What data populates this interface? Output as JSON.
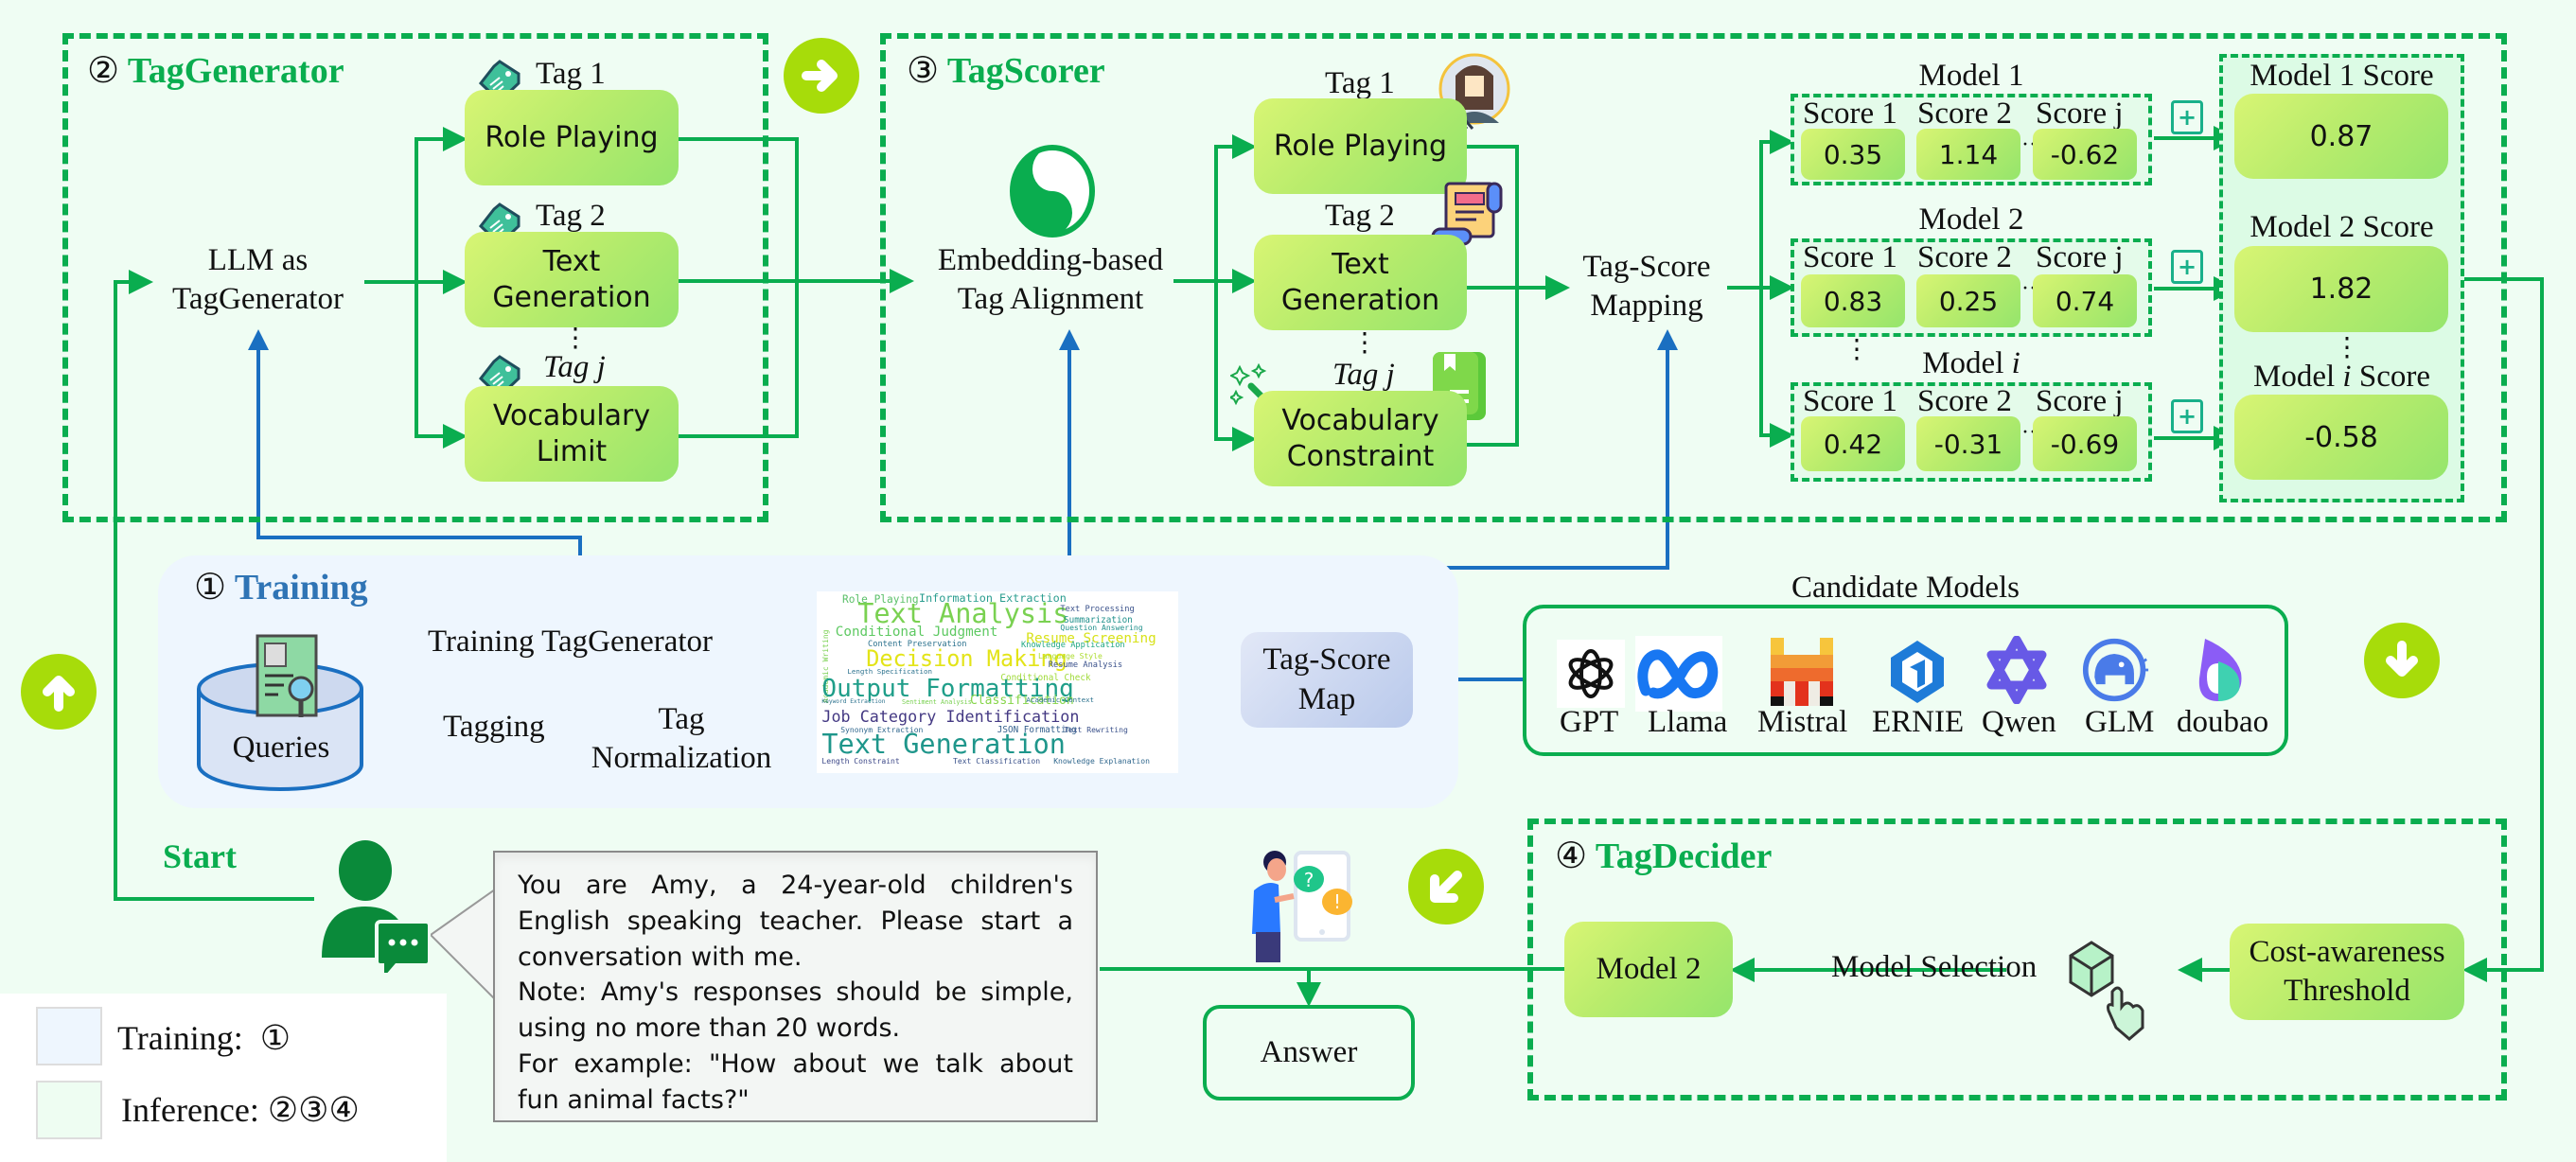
{
  "tag_generator": {
    "number": "②",
    "title": "TagGenerator",
    "llm_label_line1": "LLM as",
    "llm_label_line2": "TagGenerator",
    "tags": [
      {
        "label": "Tag 1",
        "text_line1": "Role Playing",
        "text_line2": ""
      },
      {
        "label": "Tag 2",
        "text_line1": "Text",
        "text_line2": "Generation"
      },
      {
        "label": "Tag j",
        "text_line1": "Vocabulary",
        "text_line2": "Limit"
      }
    ],
    "ellipsis": "⋮"
  },
  "tag_scorer": {
    "number": "③",
    "title": "TagScorer",
    "alignment_line1": "Embedding-based",
    "alignment_line2": "Tag Alignment",
    "tags": [
      {
        "label": "Tag 1",
        "text_line1": "Role Playing",
        "text_line2": ""
      },
      {
        "label": "Tag 2",
        "text_line1": "Text",
        "text_line2": "Generation"
      },
      {
        "label": "Tag j",
        "text_line1": "Vocabulary",
        "text_line2": "Constraint"
      }
    ],
    "mapping_line1": "Tag-Score",
    "mapping_line2": "Mapping",
    "score_headers": [
      "Score 1",
      "Score 2",
      "Score j"
    ],
    "models": [
      {
        "name": "Model 1",
        "scores": [
          "0.35",
          "1.14",
          "-0.62"
        ],
        "total_label": "Model 1 Score",
        "total": "0.87"
      },
      {
        "name": "Model 2",
        "scores": [
          "0.83",
          "0.25",
          "0.74"
        ],
        "total_label": "Model 2 Score",
        "total": "1.82"
      },
      {
        "name": "Model i",
        "scores": [
          "0.42",
          "-0.31",
          "-0.69"
        ],
        "total_label": "Model i Score",
        "total": "-0.58"
      }
    ],
    "plus_symbol": "+",
    "dots": "···",
    "ellipsis": "⋮"
  },
  "training": {
    "number": "①",
    "title": "Training",
    "training_taggenerator": "Training TagGenerator",
    "queries": "Queries",
    "tagging": "Tagging",
    "normalization_line1": "Tag",
    "normalization_line2": "Normalization",
    "tag_score_map_line1": "Tag-Score",
    "tag_score_map_line2": "Map",
    "word_cloud": [
      {
        "text": "Role Playing",
        "size": 18,
        "color": "#5cc06a"
      },
      {
        "text": "Information Extraction",
        "size": 19,
        "color": "#2a9d8f"
      },
      {
        "text": "Text Analysis",
        "size": 46,
        "color": "#7ad151"
      },
      {
        "text": "Text Processing",
        "size": 14,
        "color": "#3b528b"
      },
      {
        "text": "Summarization",
        "size": 15,
        "color": "#21918c"
      },
      {
        "text": "Question Answering",
        "size": 13,
        "color": "#21918c"
      },
      {
        "text": "Conditional Judgment",
        "size": 23,
        "color": "#5ec962"
      },
      {
        "text": "Resume Screening",
        "size": 23,
        "color": "#d8e219"
      },
      {
        "text": "Content Preservation",
        "size": 14,
        "color": "#2c728e"
      },
      {
        "text": "Knowledge Application",
        "size": 14,
        "color": "#22a884"
      },
      {
        "text": "Decision Making",
        "size": 38,
        "color": "#e3e418"
      },
      {
        "text": "Language Style",
        "size": 13,
        "color": "#addc30"
      },
      {
        "text": "Resume Analysis",
        "size": 14,
        "color": "#3b528b"
      },
      {
        "text": "Length Specification",
        "size": 12,
        "color": "#2c728e"
      },
      {
        "text": "Conditional Check",
        "size": 15,
        "color": "#a0da39"
      },
      {
        "text": "Academic Writing",
        "size": 13,
        "color": "#7ad151"
      },
      {
        "text": "Output Formatting",
        "size": 42,
        "color": "#1f9e89"
      },
      {
        "text": "Keyword Extraction",
        "size": 10,
        "color": "#2c728e"
      },
      {
        "text": "Sentiment Analysis",
        "size": 11,
        "color": "#7ad151"
      },
      {
        "text": "Classification",
        "size": 21,
        "color": "#86d549"
      },
      {
        "text": "Academic Context",
        "size": 12,
        "color": "#2c728e"
      },
      {
        "text": "Job Category Identification",
        "size": 27,
        "color": "#443983"
      },
      {
        "text": "Synonym Extraction",
        "size": 13,
        "color": "#31688e"
      },
      {
        "text": "JSON Formatting",
        "size": 15,
        "color": "#35608d"
      },
      {
        "text": "Text Rewriting",
        "size": 13,
        "color": "#3b528b"
      },
      {
        "text": "Text Generation",
        "size": 46,
        "color": "#1f968b"
      },
      {
        "text": "Length Constraint",
        "size": 13,
        "color": "#3e4989"
      },
      {
        "text": "Text Classification",
        "size": 13,
        "color": "#3b528b"
      },
      {
        "text": "Knowledge Explanation",
        "size": 13,
        "color": "#31688e"
      }
    ]
  },
  "candidate_models": {
    "title": "Candidate Models",
    "models": [
      "GPT",
      "Llama",
      "Mistral",
      "ERNIE",
      "Qwen",
      "GLM",
      "doubao"
    ]
  },
  "start": {
    "label": "Start",
    "prompt": "You are Amy, a 24-year-old children's English speaking teacher. Please start a conversation with me.",
    "note": "Note: Amy's responses should be simple, using no more than 20 words.",
    "example": "For example: \"How about we talk about fun animal facts?\""
  },
  "answer": {
    "label": "Answer"
  },
  "tag_decider": {
    "number": "④",
    "title": "TagDecider",
    "selected_model": "Model 2",
    "model_selection": "Model Selection",
    "threshold_line1": "Cost-awareness",
    "threshold_line2": "Threshold"
  },
  "legend": {
    "training_label": "Training:",
    "training_steps": "①",
    "inference_label": "Inference:",
    "inference_steps": "②③④",
    "training_color": "#eef6fe",
    "inference_color": "#eefdf2"
  },
  "colors": {
    "green": "#0aad4f",
    "blue": "#1a6fc1",
    "lime": "#a7dc0a",
    "background": "#effdf3"
  }
}
